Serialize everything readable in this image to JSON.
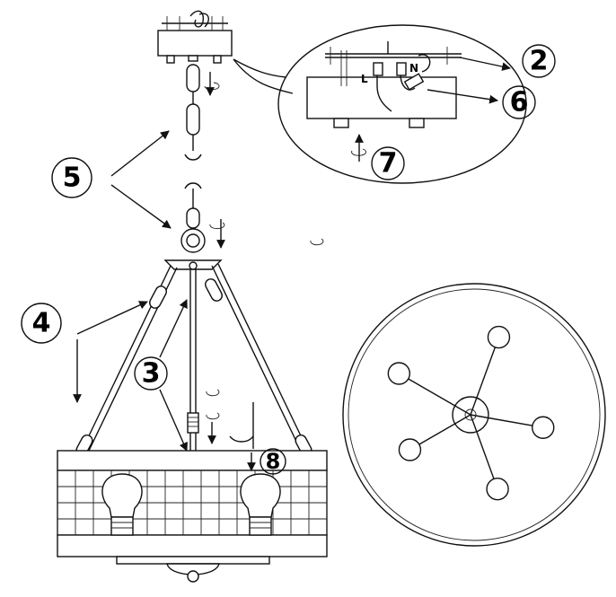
{
  "callouts": {
    "c2": "2",
    "c3": "3",
    "c4": "4",
    "c5": "5",
    "c6": "6",
    "c7": "7",
    "c8": "8"
  },
  "wiring": {
    "live": "L",
    "neutral": "N"
  },
  "colors": {
    "line": "#111111",
    "background": "#ffffff"
  }
}
